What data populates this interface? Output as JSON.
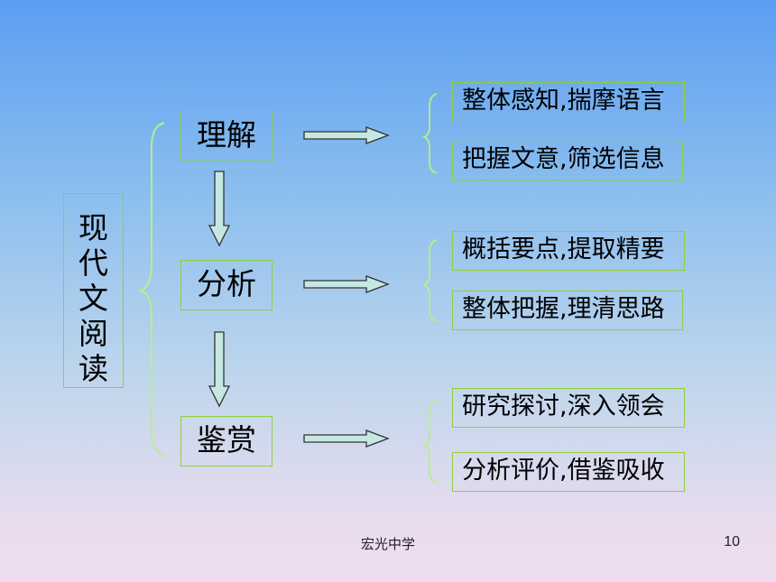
{
  "main": {
    "chars": [
      "现",
      "代",
      "文",
      "阅",
      "读"
    ]
  },
  "categories": [
    {
      "label": "理解",
      "items": [
        "整体感知,揣摩语言",
        "把握文意,筛选信息"
      ]
    },
    {
      "label": "分析",
      "items": [
        "概括要点,提取精要",
        "整体把握,理清思路"
      ]
    },
    {
      "label": "鉴赏",
      "items": [
        "研究探讨,深入领会",
        "分析评价,借鉴吸收"
      ]
    }
  ],
  "footer": {
    "school": "宏光中学",
    "page_number": "10"
  },
  "colors": {
    "box_border": "#8fcf3a",
    "arrow_fill": "#c6e8e3",
    "arrow_stroke": "#333333",
    "brace": "#b8ee8a"
  }
}
